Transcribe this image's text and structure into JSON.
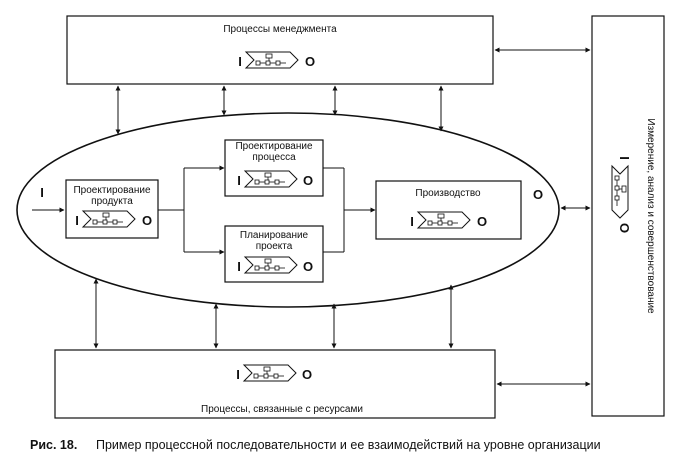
{
  "management": {
    "label": "Процессы менеджмента"
  },
  "resources": {
    "label": "Процессы, связанные с ресурсами"
  },
  "measurement": {
    "label": "Измерение, анализ и совершенствование"
  },
  "product_design": {
    "label_line1": "Проектирование",
    "label_line2": "продукта"
  },
  "process_design": {
    "label_line1": "Проектирование",
    "label_line2": "процесса"
  },
  "project_planning": {
    "label_line1": "Планирование",
    "label_line2": "проекта"
  },
  "production": {
    "label": "Производство"
  },
  "io": {
    "input": "I",
    "output": "O"
  },
  "caption": {
    "prefix": "Рис. 18.",
    "text": "Пример процессной последовательности и ее взаимодействий на уровне организации"
  }
}
